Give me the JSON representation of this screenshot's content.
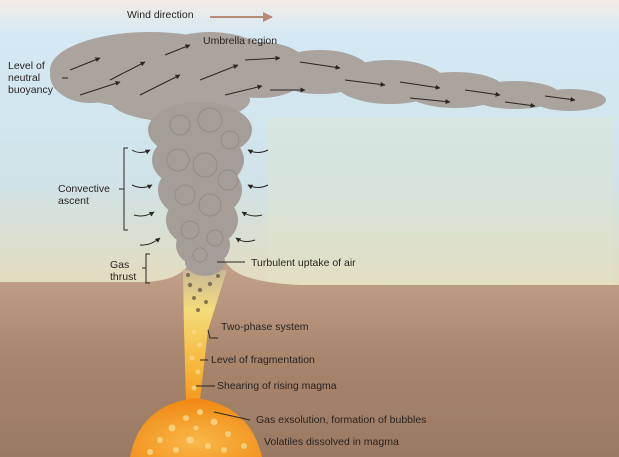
{
  "diagram": {
    "labels": {
      "wind_direction": "Wind direction",
      "umbrella_region": "Umbrella region",
      "neutral_buoyancy": "Level of\nneutral\nbuoyancy",
      "convective_ascent": "Convective\nascent",
      "gas_thrust": "Gas\nthrust",
      "turbulent_uptake": "Turbulent uptake of air",
      "two_phase": "Two-phase system",
      "fragmentation": "Level of fragmentation",
      "shearing": "Shearing of rising magma",
      "exsolution": "Gas exsolution, formation of bubbles",
      "volatiles": "Volatiles dissolved in magma"
    },
    "colors": {
      "sky": "#cfe6f2",
      "ground": "#a27f66",
      "plume": "#aaa39e",
      "magma": "#f6a324",
      "arrow": "#2b2622",
      "wind_arrow": "#b58b75"
    }
  }
}
